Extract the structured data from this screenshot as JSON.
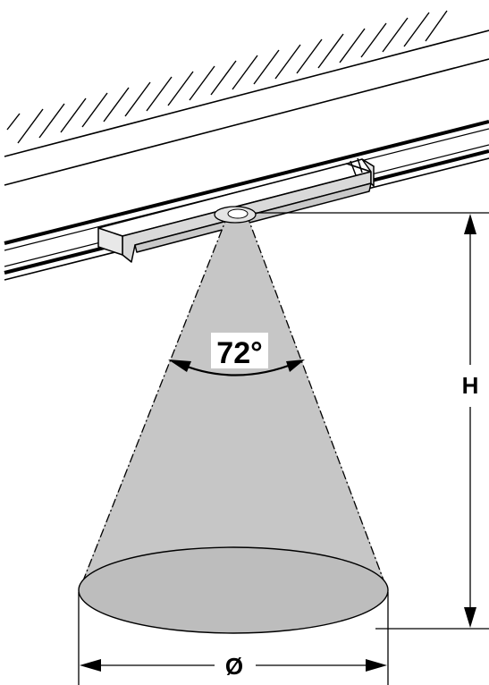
{
  "labels": {
    "angle": "72°",
    "height": "H",
    "diameter": "Ø"
  },
  "colors": {
    "beam": "#c6c6c6",
    "beam_dark": "#bdbdbd",
    "fixture": "#d9d9d9",
    "line": "#000000",
    "background": "#ffffff"
  }
}
